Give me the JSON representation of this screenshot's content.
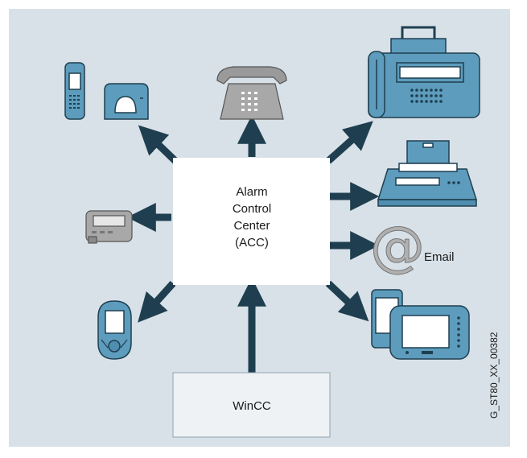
{
  "acc": {
    "lines": [
      "Alarm",
      "Control",
      "Center",
      "(ACC)"
    ]
  },
  "wincc": {
    "label": "WinCC"
  },
  "email": {
    "label": "Email",
    "at_symbol": "@"
  },
  "figure_code": "G_ST80_XX_00382",
  "devices": [
    {
      "name": "dect-phone-and-base",
      "icon": "cordless-phone-icon"
    },
    {
      "name": "desk-telephone",
      "icon": "telephone-icon"
    },
    {
      "name": "fax-machine",
      "icon": "fax-icon"
    },
    {
      "name": "printer",
      "icon": "printer-icon"
    },
    {
      "name": "pager",
      "icon": "pager-icon"
    },
    {
      "name": "email",
      "icon": "email-icon"
    },
    {
      "name": "mobile-phone",
      "icon": "mobile-phone-icon"
    },
    {
      "name": "pda-devices",
      "icon": "pda-icon"
    }
  ],
  "colors": {
    "background": "#d8e1e8",
    "arrow": "#1f3f50",
    "device_fill": "#5d9cbc",
    "device_stroke": "#1f3f50",
    "grey_device": "#a8a8a8",
    "box": "#ffffff",
    "wincc_box": "#eef2f5"
  }
}
